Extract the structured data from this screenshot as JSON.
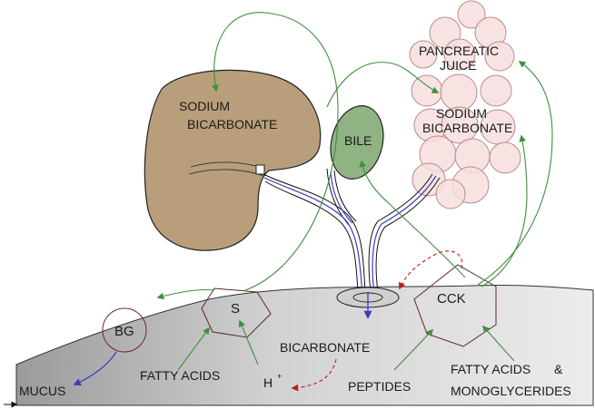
{
  "labels": {
    "sodium_bicarbonate_liver_1": "SODIUM",
    "sodium_bicarbonate_liver_2": "BICARBONATE",
    "bile": "BILE",
    "pancreatic_juice_1": "PANCREATIC",
    "pancreatic_juice_2": "JUICE",
    "sodium_bicarbonate_pancreas_1": "SODIUM",
    "sodium_bicarbonate_pancreas_2": "BICARBONATE",
    "bg": "BG",
    "s_cell": "S",
    "cck": "CCK",
    "bicarbonate": "BICARBONATE",
    "fatty_acids": "FATTY ACIDS",
    "h_plus": "H",
    "h_plus_sup": "+",
    "peptides": "PEPTIDES",
    "fatty_acids_2": "FATTY ACIDS",
    "ampersand": "&",
    "monoglycerides": "MONOGLYCERIDES",
    "mucus": "MUCUS"
  },
  "colors": {
    "liver_fill": "#b89e7b",
    "gallbladder_fill": "#8fb383",
    "pancreas_fill": "#f7dede",
    "pancreas_stroke": "#b88c8c",
    "intestine_fill": "#d6d6d6",
    "green_arrow": "#3f8f3f",
    "blue_arrow": "#3b3bc4",
    "red_arrow": "#c41a1a",
    "duct_blue": "#3b3bc4"
  }
}
